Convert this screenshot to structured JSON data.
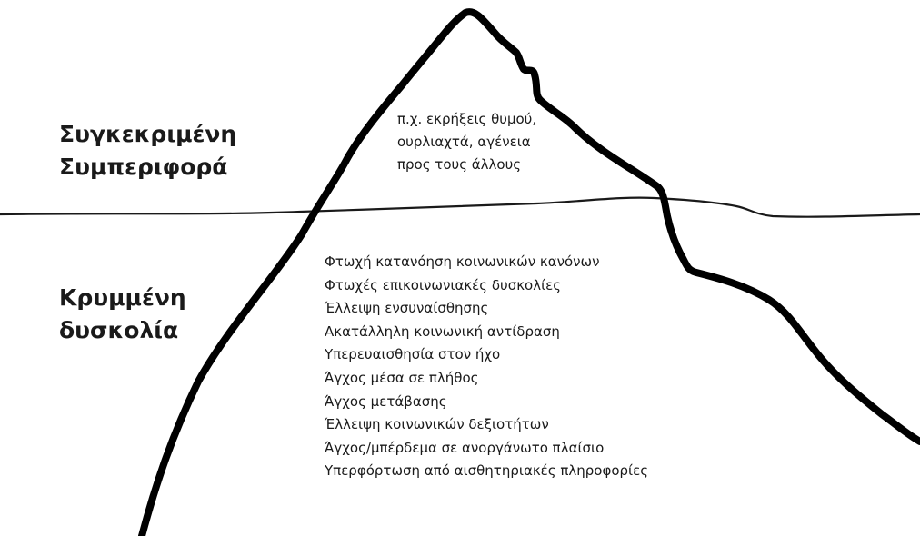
{
  "visible_section": {
    "label_lines": [
      "Συγκεκριμένη",
      "Συμπεριφορά"
    ],
    "examples": [
      "π.χ. εκρήξεις θυμού,",
      "ουρλιαχτά, αγένεια",
      "προς τους άλλους"
    ]
  },
  "hidden_section": {
    "label_lines": [
      "Κρυμμένη",
      "δυσκολία"
    ],
    "items": [
      "Φτωχή κατανόηση κοινωνικών κανόνων",
      "Φτωχές επικοινωνιακές δυσκολίες",
      "Έλλειψη ενσυναίσθησης",
      "Ακατάλληλη κοινωνική αντίδραση",
      "Υπερευαισθησία στον ήχο",
      "Άγχος μέσα σε πλήθος",
      "Άγχος μετάβασης",
      "Έλλειψη κοινωνικών δεξιοτήτων",
      "Άγχος/μπέρδεμα σε ανοργάνωτο πλαίσιο",
      "Υπερφόρτωση από αισθητηριακές πληροφορίες"
    ]
  },
  "colors": {
    "outline": "#000000",
    "waterline": "#1a1a1a",
    "text": "#1a1a1a",
    "background": "#ffffff"
  }
}
